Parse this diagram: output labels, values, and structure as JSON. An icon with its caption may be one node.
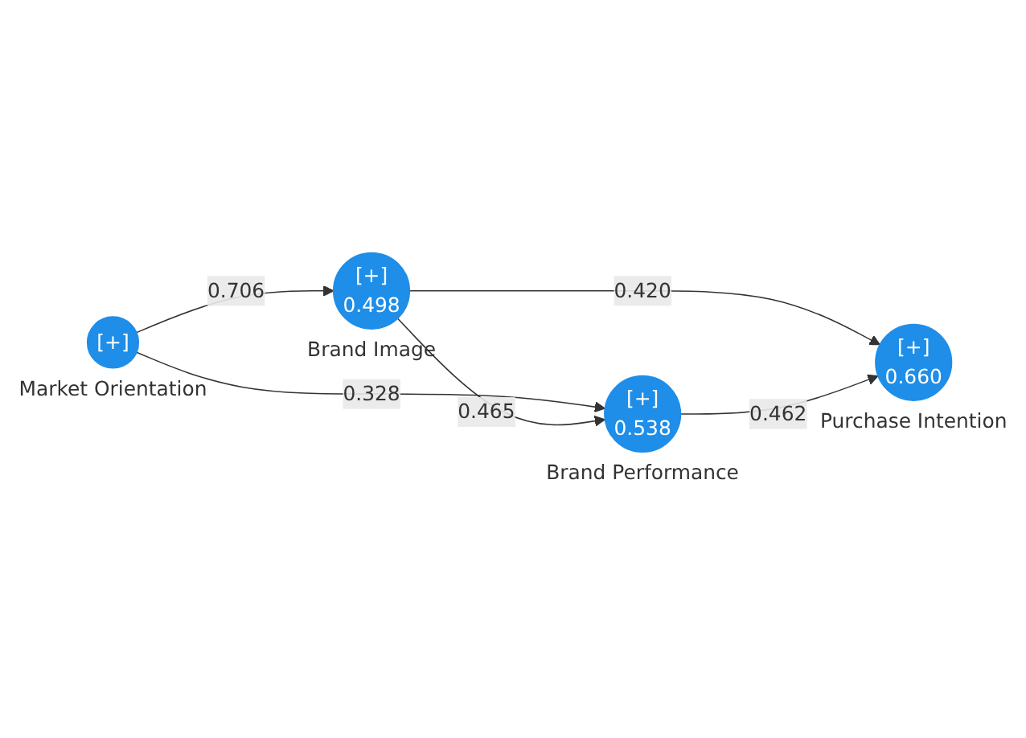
{
  "diagram": {
    "nodes": [
      {
        "text": [
          "[+]"
        ],
        "beside": [
          "Market Orientation"
        ]
      },
      {
        "text": [
          "[+]",
          "0.498"
        ],
        "beside": [
          "Brand Image"
        ]
      },
      {
        "text": [
          "[+]",
          "0.660"
        ],
        "beside": [
          "Purchase Intention"
        ]
      },
      {
        "text": [
          "[+]",
          "0.538"
        ],
        "beside": [
          "Brand Performance"
        ]
      }
    ],
    "edges": [
      {
        "from": 0,
        "to": 1,
        "arrow": "to",
        "label": "0.706"
      },
      {
        "from": 0,
        "to": 3,
        "arrow": "to",
        "label": "0.328"
      },
      {
        "from": 1,
        "to": 3,
        "arrow": "to",
        "label": "0.465"
      },
      {
        "from": 1,
        "to": 2,
        "arrow": "to",
        "label": "0.420"
      },
      {
        "from": 3,
        "to": 2,
        "arrow": "to",
        "label": "0.462"
      }
    ]
  }
}
